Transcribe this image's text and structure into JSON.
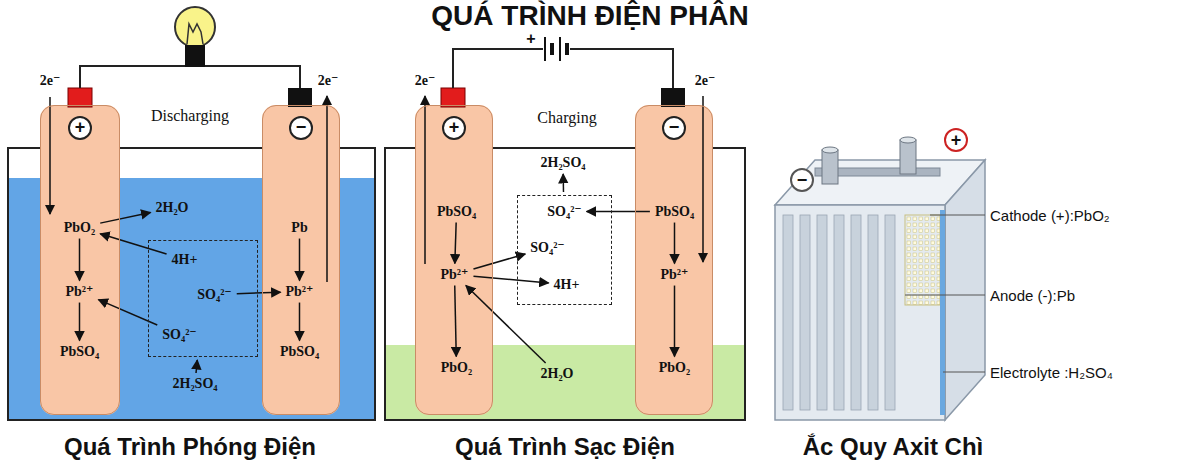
{
  "diagram": {
    "title": "QUÁ TRÌNH ĐIỆN PHÂN",
    "nodes": [
      {
        "text": [
          "+"
        ]
      },
      {
        "text": [
          "PbO₂"
        ],
        "in": 0
      },
      {
        "text": [
          "Pb²⁺"
        ],
        "in": 0
      },
      {
        "text": [
          "PbSO₄"
        ],
        "in": 0
      },
      {},
      {
        "text": [
          "4H+"
        ],
        "in": 4
      },
      {
        "text": [
          "SO₄²⁻"
        ],
        "in": 4
      },
      {
        "text": [
          "SO₄²⁻"
        ],
        "in": 4
      },
      {
        "text": [
          "2H₂O"
        ]
      },
      {
        "text": [
          "2H₂SO₄"
        ]
      },
      {
        "text": [
          "−"
        ]
      },
      {
        "text": [
          "Pb"
        ],
        "in": 10
      },
      {
        "text": [
          "Pb²⁺"
        ],
        "in": 10
      },
      {
        "text": [
          "PbSO₄"
        ],
        "in": 10
      },
      {
        "text": [
          "+"
        ]
      },
      {
        "text": [
          "PbSO₄"
        ],
        "in": 14
      },
      {
        "text": [
          "Pb²⁺"
        ],
        "in": 14
      },
      {
        "text": [
          "PbO₂"
        ],
        "in": 14
      },
      {},
      {
        "text": [
          "SO₄²⁻"
        ],
        "in": 18
      },
      {
        "text": [
          "SO₄²⁻"
        ],
        "in": 18
      },
      {
        "text": [
          "4H+"
        ],
        "in": 18
      },
      {
        "text": [
          "2H₂SO₄"
        ]
      },
      {
        "text": [
          "2H₂O"
        ]
      },
      {
        "text": [
          "−"
        ]
      },
      {
        "text": [
          "PbSO₄"
        ],
        "in": 24
      },
      {
        "text": [
          "Pb²⁺"
        ],
        "in": 24
      },
      {
        "text": [
          "PbO₂"
        ],
        "in": 24
      }
    ],
    "edges": [
      {
        "from": 1,
        "to": 2,
        "arrow": "to"
      },
      {
        "from": 2,
        "to": 3,
        "arrow": "to"
      },
      {
        "from": 1,
        "to": 8,
        "arrow": "to"
      },
      {
        "from": 5,
        "to": 1,
        "arrow": "to"
      },
      {
        "from": 7,
        "to": 2,
        "arrow": "to"
      },
      {
        "from": 6,
        "to": 12,
        "arrow": "to"
      },
      {
        "from": 9,
        "to": 4,
        "arrow": "to"
      },
      {
        "from": 11,
        "to": 12,
        "arrow": "to"
      },
      {
        "from": 12,
        "to": 13,
        "arrow": "to"
      },
      {
        "from": 15,
        "to": 16,
        "arrow": "to"
      },
      {
        "from": 16,
        "to": 17,
        "arrow": "to"
      },
      {
        "from": 16,
        "to": 20,
        "arrow": "to"
      },
      {
        "from": 16,
        "to": 21,
        "arrow": "to"
      },
      {
        "from": 23,
        "to": 16,
        "arrow": "to"
      },
      {
        "from": 25,
        "to": 19,
        "arrow": "to"
      },
      {
        "from": 18,
        "to": 22,
        "arrow": "to"
      },
      {
        "from": 25,
        "to": 26,
        "arrow": "to"
      },
      {
        "from": 26,
        "to": 27,
        "arrow": "to"
      }
    ],
    "labels": [
      "2e⁻",
      "Discharging",
      "2e⁻",
      "2e⁻",
      "+",
      "Charging",
      "2e⁻",
      "−",
      "+",
      "Cathode (+):PbO₂",
      "Anode (-):Pb",
      "Electrolyte :H₂SO₄",
      "Quá Trình Phóng Điện",
      "Quá Trình Sạc Điện",
      "Ắc Quy Axit Chì"
    ]
  }
}
